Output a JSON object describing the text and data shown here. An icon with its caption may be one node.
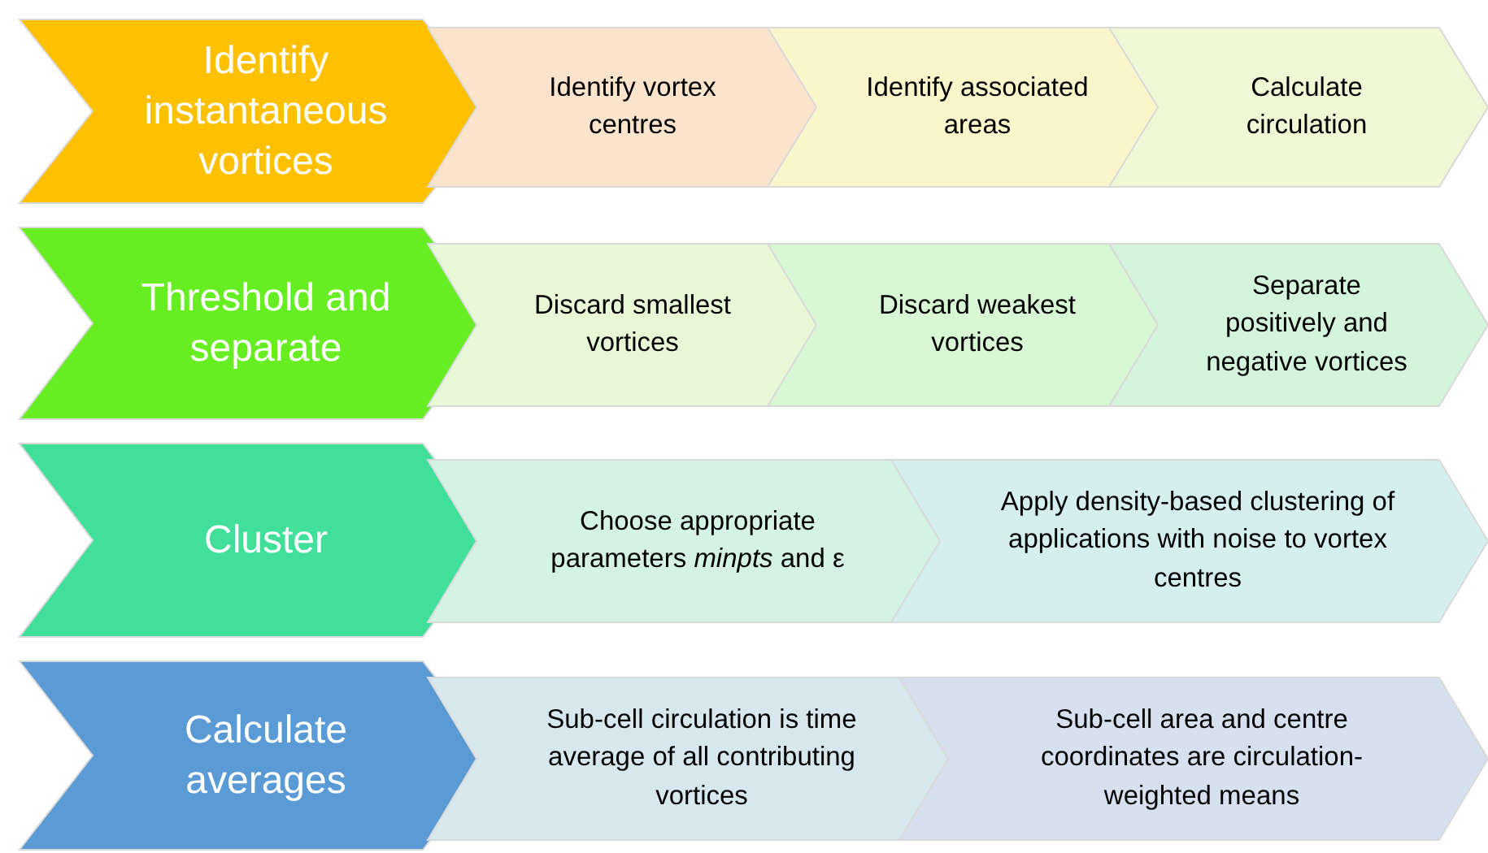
{
  "diagram": {
    "nodes": [
      {
        "text": [
          "Identify instantaneous vortices"
        ]
      },
      {
        "text": [
          "Identify vortex centres"
        ]
      },
      {
        "text": [
          "Identify associated areas"
        ]
      },
      {
        "text": [
          "Calculate circulation"
        ]
      },
      {
        "text": [
          "Threshold and separate"
        ]
      },
      {
        "text": [
          "Discard smallest vortices"
        ]
      },
      {
        "text": [
          "Discard weakest vortices"
        ]
      },
      {
        "text": [
          "Separate positively and negative vortices"
        ]
      },
      {
        "text": [
          "Cluster"
        ]
      },
      {
        "text": [
          "Choose appropriate parameters *minpts* and ε"
        ]
      },
      {
        "text": [
          "Apply density-based clustering of applications with noise to vortex centres"
        ]
      },
      {
        "text": [
          "Calculate averages"
        ]
      },
      {
        "text": [
          "Sub-cell circulation is time average of all contributing vortices"
        ]
      },
      {
        "text": [
          "Sub-cell area and centre coordinates are circulation-weighted means"
        ]
      }
    ]
  }
}
